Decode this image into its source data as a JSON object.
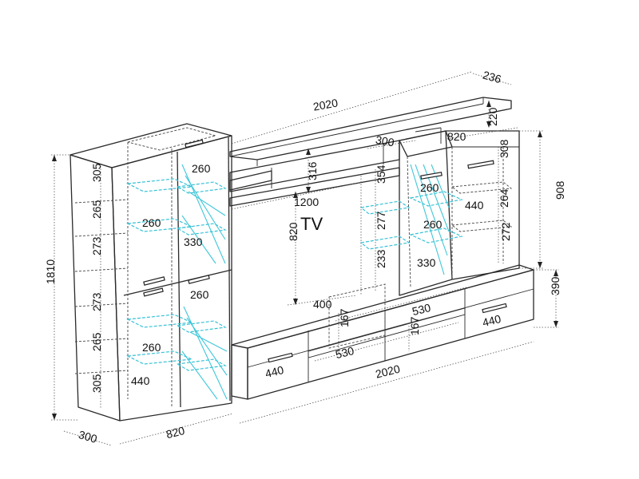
{
  "labels": {
    "tv": "TV",
    "top_width": "2020",
    "top_depth": "236",
    "top_height": "220",
    "top_shelf_width": "1200",
    "top_shelf_height": "316",
    "tv_height": "820",
    "upper_right_width": "820",
    "upper_right_depth": "300",
    "upper_right_total": "908",
    "upper_right_top": "308",
    "upper_right_mid": "264",
    "upper_right_low": "272",
    "upper_mid_354": "354",
    "upper_mid_277": "277",
    "upper_mid_233": "233",
    "upper_right_glass_260a": "260",
    "upper_right_glass_260b": "260",
    "upper_right_440": "440",
    "upper_right_330": "330",
    "left_total": "1810",
    "left_305_top": "305",
    "left_265_top": "265",
    "left_273_a": "273",
    "left_273_b": "273",
    "left_265_bottom": "265",
    "left_305_bottom": "305",
    "left_glass_260_top": "260",
    "left_glass_260_mid": "260",
    "left_glass_260_door": "260",
    "left_glass_260_low": "260",
    "left_330": "330",
    "left_440": "440",
    "left_depth": "300",
    "left_width": "820",
    "low_width": "2020",
    "low_height": "390",
    "low_drawer_left": "440",
    "low_drawer_right": "440",
    "low_530_top": "530",
    "low_530_bottom": "530",
    "low_400": "400",
    "low_167_a": "167",
    "low_167_b": "167"
  }
}
